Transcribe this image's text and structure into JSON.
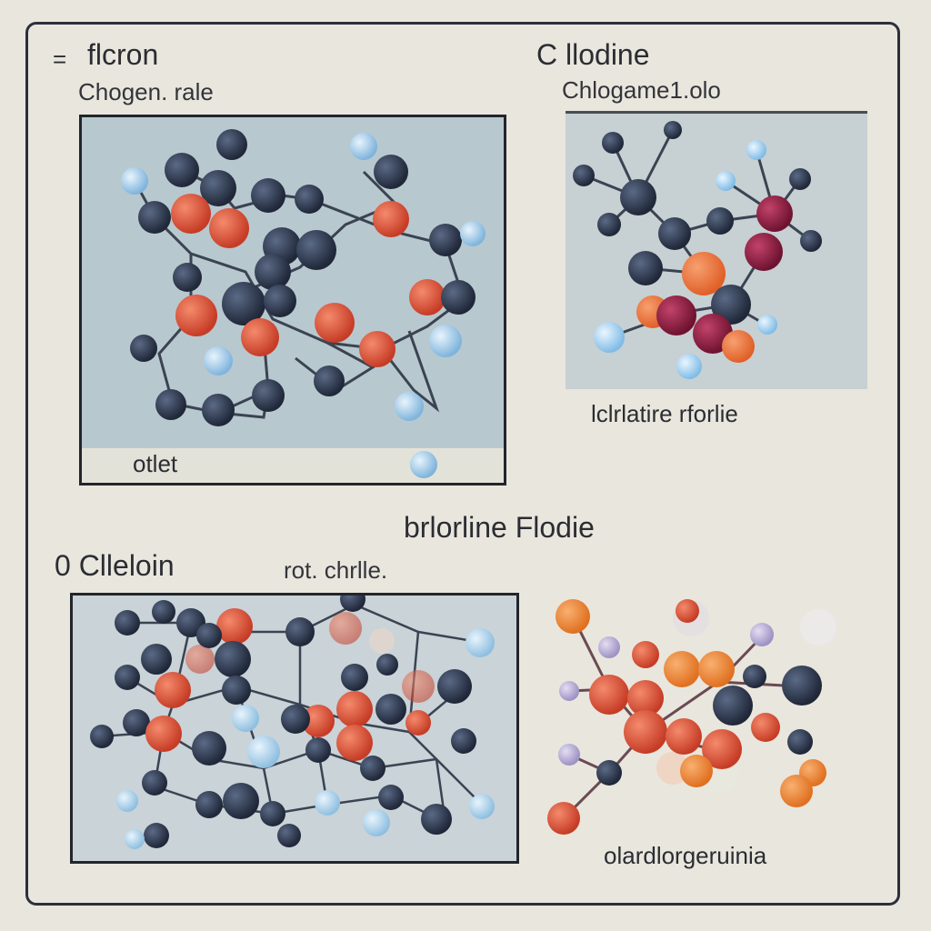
{
  "colors": {
    "background": "#e9e6dd",
    "frame": "#2c2f3c",
    "atom_dark": "#2f3a50",
    "atom_red": "#e15a3e",
    "atom_blue": "#9cc8ea",
    "atom_maroon": "#8a1c3a",
    "atom_orange": "#ee7a30"
  },
  "labels": {
    "top_left_title": "flcron",
    "top_left_prefix": "=",
    "top_left_subtitle": "Chogen. rale",
    "top_right_title": "C llodine",
    "top_right_subtitle": "Chlogame1.olo",
    "panel1_caption": "otlet",
    "panel2_caption": "lclrlatire rforlie",
    "middle_title": "brlorline Flodie",
    "bottom_left_title": "0 Clleloin",
    "bottom_mid_label": "rot. chrlle.",
    "panel4_caption": "olardlorgeruinia"
  }
}
